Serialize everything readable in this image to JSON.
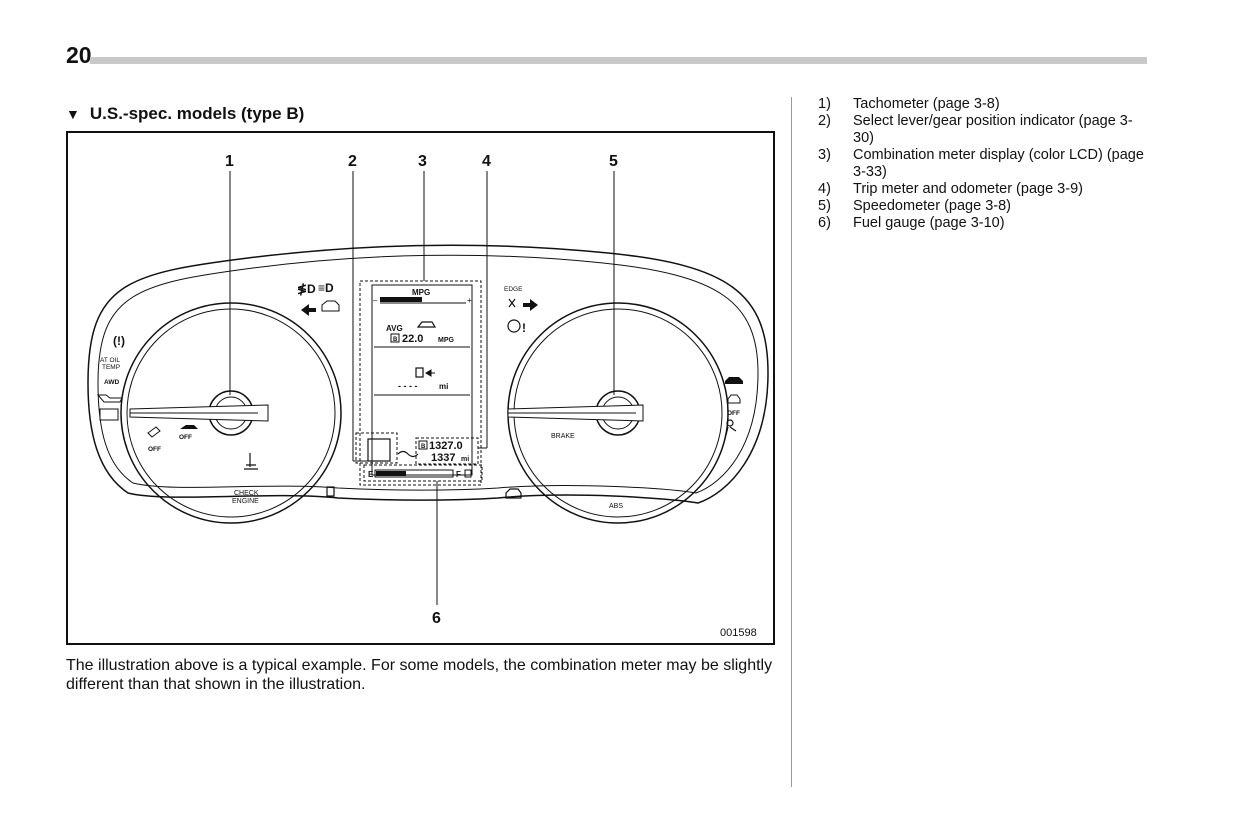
{
  "page": {
    "number": "20",
    "section_title": "U.S.-spec. models (type B)",
    "section_marker": "▼"
  },
  "figure": {
    "callouts": [
      "1",
      "2",
      "3",
      "4",
      "5",
      "6"
    ],
    "figure_id": "001598",
    "lcd": {
      "mpg_label": "MPG",
      "scale_minus": "–",
      "scale_plus": "+",
      "avg_label": "AVG",
      "avg_badge": "B",
      "avg_value": "22.0",
      "avg_unit": "MPG",
      "range_dashes": "- - - -",
      "range_unit": "mi",
      "trip_badge": "B",
      "trip_value": "1327.0",
      "odometer_value": "1337",
      "odometer_unit": "mi",
      "fuel_empty": "E",
      "fuel_full": "F"
    },
    "left_indicators": {
      "at_oil_temp": "AT OIL\nTEMP",
      "awd": "AWD",
      "off_1": "OFF",
      "off_2": "OFF",
      "check_engine": "CHECK\nENGINE"
    },
    "right_indicators": {
      "edge": "EDGE",
      "brake": "BRAKE",
      "abs": "ABS",
      "off": "OFF"
    }
  },
  "caption": "The illustration above is a typical example. For some models, the combination meter may be slightly different than that shown in the illustration.",
  "legend": [
    {
      "num": "1)",
      "text": "Tachometer (page 3-8)"
    },
    {
      "num": "2)",
      "text": "Select lever/gear position indicator (page 3-30)"
    },
    {
      "num": "3)",
      "text": "Combination meter display (color LCD) (page 3-33)"
    },
    {
      "num": "4)",
      "text": "Trip meter and odometer (page 3-9)"
    },
    {
      "num": "5)",
      "text": "Speedometer (page 3-8)"
    },
    {
      "num": "6)",
      "text": "Fuel gauge (page 3-10)"
    }
  ]
}
